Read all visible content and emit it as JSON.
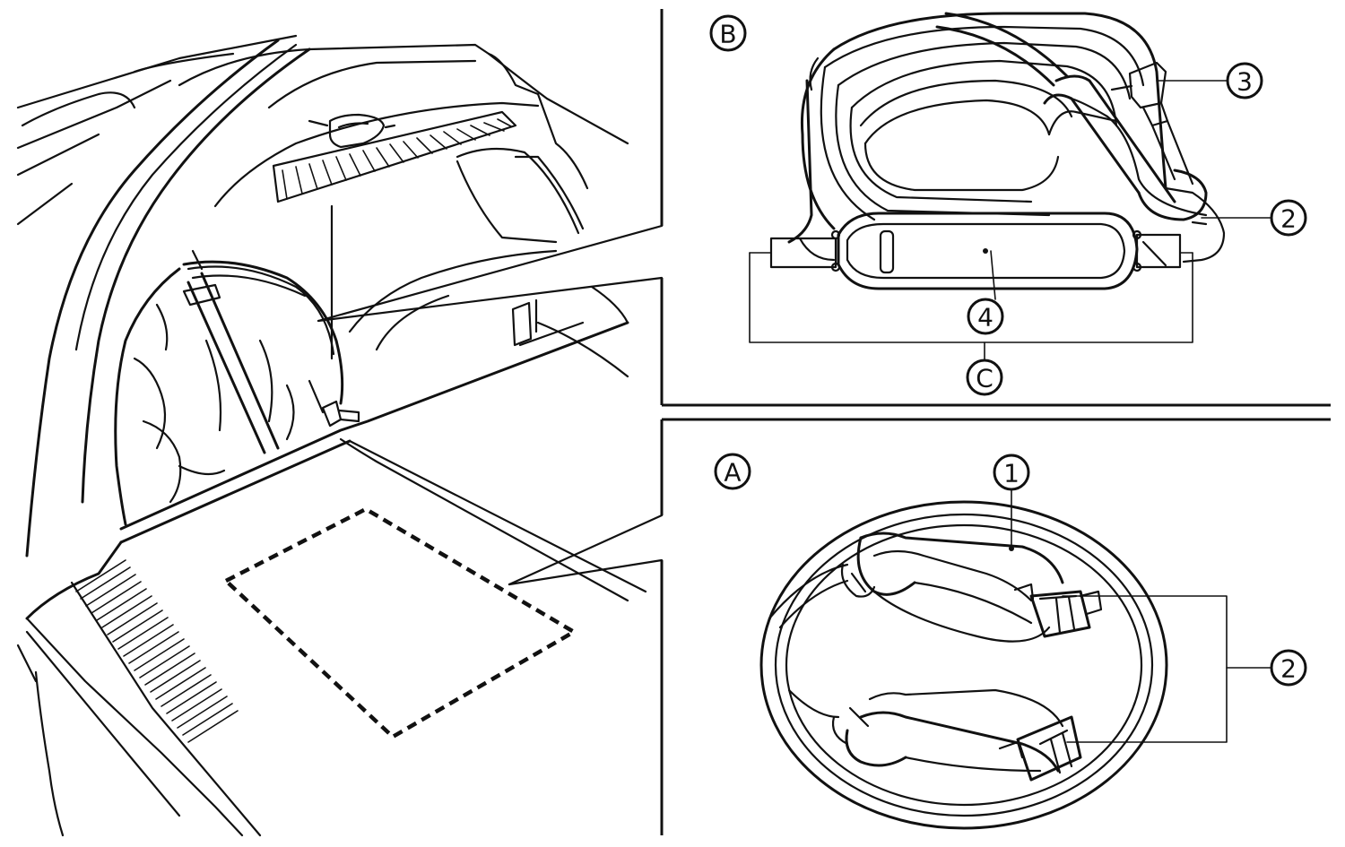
{
  "callouts": {
    "A": "A",
    "B": "B",
    "C": "C",
    "n1": "1",
    "n2_top": "2",
    "n2_bottom": "2",
    "n3": "3",
    "n4": "4"
  },
  "colors": {
    "line": "#111111",
    "background": "#ffffff"
  }
}
